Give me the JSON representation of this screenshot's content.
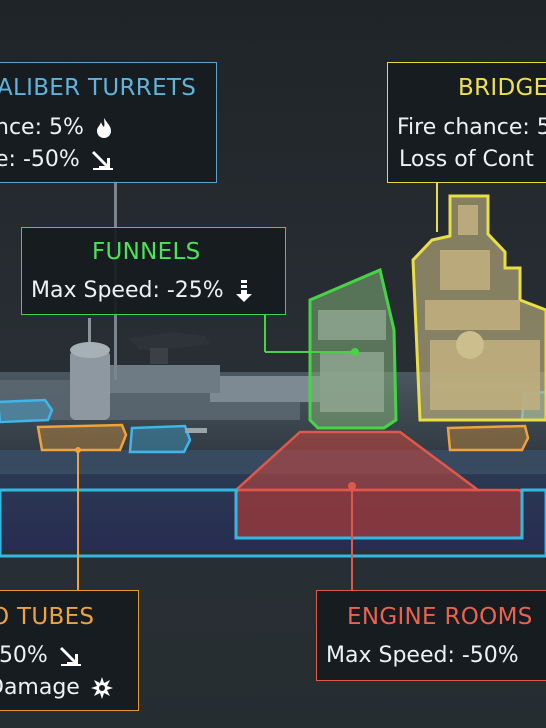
{
  "main_turrets": {
    "title": "ALIBER TURRETS",
    "line1": "nce: 5%",
    "line2": "e: -50%"
  },
  "bridge": {
    "title": "BRIDGE",
    "line1": "Fire chance: 5",
    "line2": "Loss of Cont"
  },
  "funnels": {
    "title": "FUNNELS",
    "line1": "Max Speed: -25%"
  },
  "torpedo_tubes": {
    "title": "O TUBES",
    "line1": "-50%",
    "line2": "Damage"
  },
  "engine_rooms": {
    "title": "ENGINE ROOMS",
    "line1": "Max Speed: -50%"
  },
  "colors": {
    "turrets": "#5fb3dd",
    "bridge": "#efe04f",
    "funnels": "#4be35a",
    "torpedo": "#f0a33a",
    "engine": "#ea6350",
    "hull_outline": "#35b8e0"
  },
  "icons": [
    "fire-icon",
    "damage-arrow-icon",
    "speed-down-arrow-icon",
    "explosion-icon"
  ]
}
